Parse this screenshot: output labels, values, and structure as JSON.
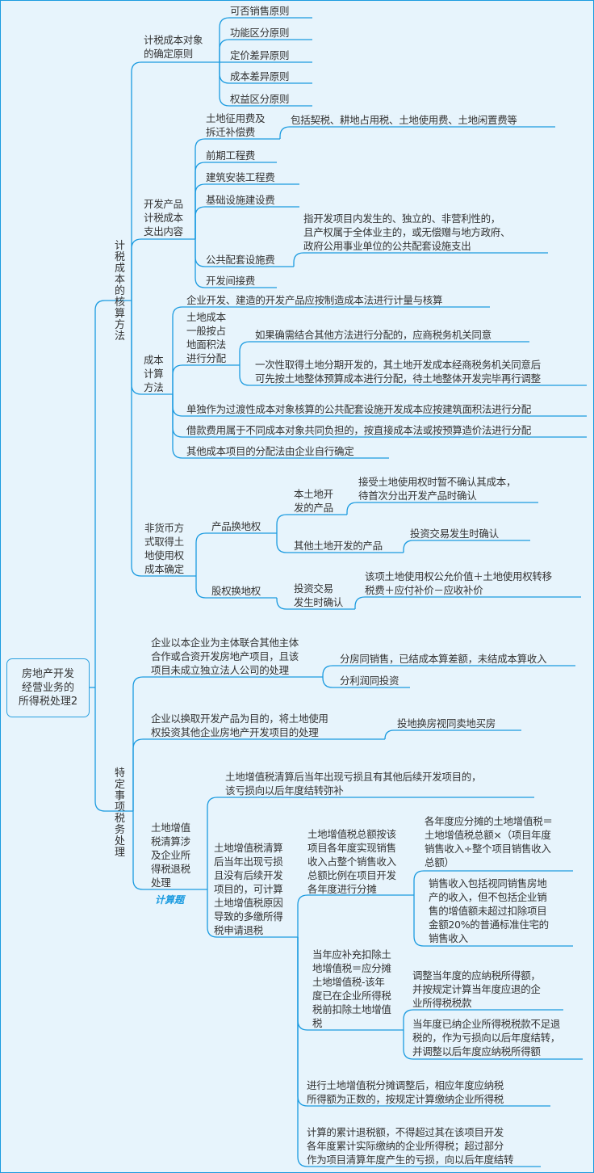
{
  "root": {
    "title": "房地产开发\n经营业务的\n所得税处理2"
  },
  "branch1": {
    "label": "计税成本的核算方法",
    "cost_object": {
      "label": "计税成本对象\n的确定原则",
      "items": [
        "可否销售原则",
        "功能区分原则",
        "定价差异原则",
        "成本差异原则",
        "权益区分原则"
      ]
    },
    "dev_cost": {
      "label": "开发产品\n计税成本\n支出内容",
      "items": [
        {
          "label": "土地征用费及\n拆迁补偿费",
          "note": "包括契税、耕地占用税、土地使用费、土地闲置费等"
        },
        {
          "label": "前期工程费"
        },
        {
          "label": "建筑安装工程费"
        },
        {
          "label": "基础设施建设费"
        },
        {
          "label": "公共配套设施费",
          "note": "指开发项目内发生的、独立的、非营利性的，\n且产权属于全体业主的，或无偿赠与地方政府、\n政府公用事业单位的公共配套设施支出"
        },
        {
          "label": "开发间接费"
        }
      ]
    },
    "calc": {
      "label": "成本\n计算\n方法",
      "items": [
        {
          "label": "企业开发、建造的开发产品应按制造成本法进行计量与核算"
        },
        {
          "label": "土地成本\n一般按占\n地面积法\n进行分配",
          "children": [
            "如果确需结合其他方法进行分配的，应商税务机关同意",
            "一次性取得土地分期开发的，其土地开发成本经商税务机关同意后\n可先按土地整体预算成本进行分配，待土地整体开发完毕再行调整"
          ]
        },
        {
          "label": "单独作为过渡性成本对象核算的公共配套设施开发成本应按建筑面积法进行分配"
        },
        {
          "label": "借款费用属于不同成本对象共同负担的，按直接成本法或按预算造价法进行分配"
        },
        {
          "label": "其他成本项目的分配法由企业自行确定"
        }
      ]
    },
    "nonmonetary": {
      "label": "非货币方\n式取得土\n地使用权\n成本确定",
      "product_swap": {
        "label": "产品换地权",
        "own_land": {
          "label": "本土地开\n发的产品",
          "note": "接受土地使用权时暂不确认其成本，\n待首次分出开发产品时确认"
        },
        "other_land": {
          "label": "其他土地开发的产品",
          "note": "投资交易发生时确认"
        }
      },
      "equity_swap": {
        "label": "股权换地权",
        "timing": "投资交易\n发生时确认",
        "note": "该项土地使用权公允价值＋土地使用权转移\n税费＋应付补价－应收补价"
      }
    }
  },
  "branch2": {
    "label": "特定事项税务处理",
    "joint": {
      "label": "企业以本企业为主体联合其他主体\n合作或合资开发房地产项目，且该\n项目未成立独立法人公司的处理",
      "items": [
        "分房同销售，已结成本算差额，未结成本算收入",
        "分利润同投资"
      ]
    },
    "swap": {
      "label": "企业以换取开发产品为目的，将土地使用\n权投资其他企业房地产开发项目的处理",
      "note": "投地换房视同卖地买房"
    },
    "lvt": {
      "label": "土地增值\n税清算涉\n及企业所\n得税退税\n处理",
      "tag": "计算题",
      "with_followup": "土地增值税清算后当年出现亏损且有其他后续开发项目的，\n该亏损向以后年度结转弥补",
      "no_followup": {
        "label": "土地增值税清算\n后当年出现亏损\n且没有后续开发\n项目的，可计算\n土地增值税原因\n导致的多缴所得\n税申请退税",
        "allocation": {
          "label": "土地增值税总额按该\n项目各年度实现销售\n收入占整个销售收入\n总额比例在项目开发\n各年度进行分摊",
          "formula": "各年度应分摊的土地增值税＝\n土地增值税总额×（项目年度\n销售收入÷整个项目销售收入\n总额）",
          "revenue_note": "销售收入包括视同销售房地\n产的收入，但不包括企业销\n售的增值额未超过扣除项目\n金额20%的普通标准住宅的\n销售收入"
        },
        "supplement": {
          "label": "当年应补充扣除土\n地增值税＝应分摊\n土地增值税-该年\n度已在企业所得税\n税前扣除土地增值\n税",
          "adjust": "调整当年度的应纳税所得额，\n并按规定计算当年度应退的企\n业所得税税款",
          "insufficient": "当年度已纳企业所得税税款不足退\n税的，作为亏损向以后年度结转，\n并调整以后年度应纳税所得额"
        },
        "positive": "进行土地增值税分摊调整后，相应年度应纳税\n所得额为正数的，按规定计算缴纳企业所得税",
        "cap": "计算的累计退税额，不得超过其在该项目开发\n各年度累计实际缴纳的企业所得税；超过部分\n作为项目清算年度产生的亏损，向以后年度结转"
      }
    }
  },
  "colors": {
    "line": "#1b9be0",
    "background": "#e7f4fc",
    "text": "#333333",
    "tag": "#1b9be0"
  }
}
